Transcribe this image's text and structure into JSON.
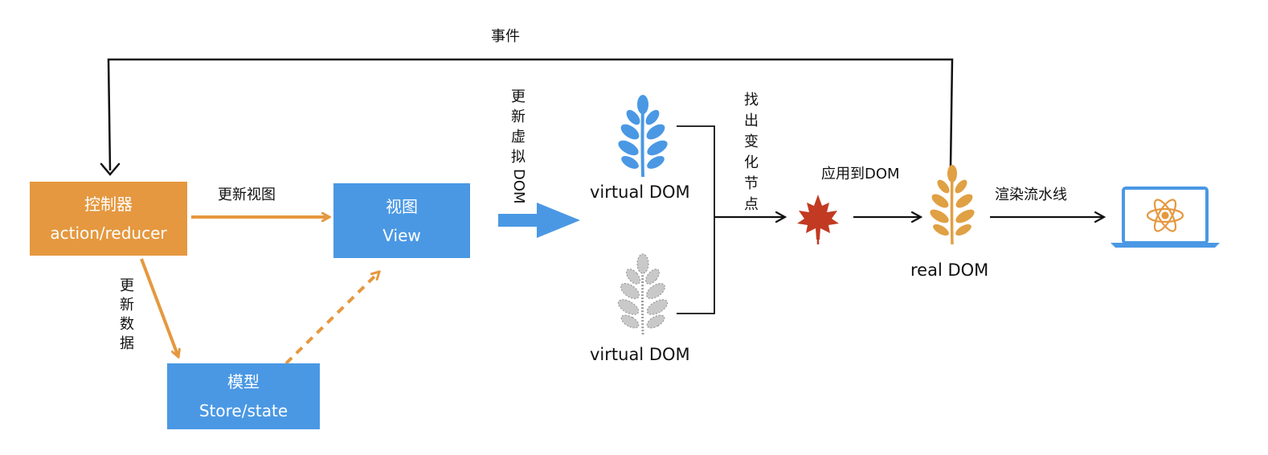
{
  "controller": {
    "title": "控制器",
    "subtitle": "action/reducer"
  },
  "view": {
    "title": "视图",
    "subtitle": "View"
  },
  "model": {
    "title": "模型",
    "subtitle": "Store/state"
  },
  "edges": {
    "event": "事件",
    "update_view": "更新视图",
    "update_data": "更新数据",
    "update_virtual_prefix": "更新虚拟",
    "update_virtual_suffix": "DOM",
    "find_changes": "找出变化节点",
    "apply_to_dom": "应用到DOM",
    "render_pipeline": "渲染流水线"
  },
  "virtual_dom_new": "virtual DOM",
  "virtual_dom_old": "virtual DOM",
  "real_dom": "real DOM",
  "icons": {
    "virtual_new": "blue-tree-icon",
    "virtual_old": "grey-tree-icon",
    "patch": "red-maple-leaf-icon",
    "real": "orange-tree-icon",
    "screen": "laptop-react-icon"
  },
  "colors": {
    "controller": "#E5983F",
    "view": "#4A98E4",
    "model": "#4A98E4",
    "arrow_orange": "#E5983F",
    "arrow_blue": "#4A98E4",
    "tree_blue": "#4A98E4",
    "tree_grey": "#C9C9C9",
    "leaf_red": "#C23A22",
    "tree_orange": "#E0A044"
  }
}
